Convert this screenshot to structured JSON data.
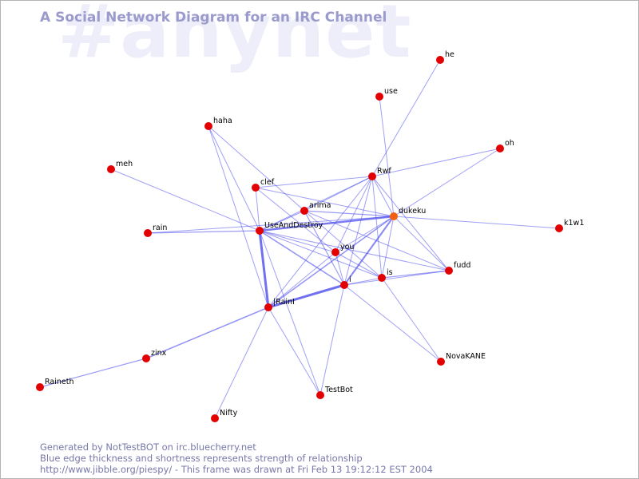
{
  "watermark": "#anynet",
  "title": "A Social Network Diagram for an IRC Channel",
  "footer": {
    "line1": "Generated by NotTestBOT on irc.bluecherry.net",
    "line2": "Blue edge thickness and shortness represents strength of relationship",
    "line3": "http://www.jibble.org/piespy/ - This frame was drawn at Fri Feb 13 19:12:12 EST 2004"
  },
  "colors": {
    "node": "#e30000",
    "node_active": "#f06010",
    "edge": "#5050ee",
    "title": "#9a9acd",
    "watermark": "#eeeefa",
    "footer": "#7777aa"
  },
  "nodes": [
    {
      "id": "he",
      "label": "he"
    },
    {
      "id": "use",
      "label": "use"
    },
    {
      "id": "haha",
      "label": "haha"
    },
    {
      "id": "oh",
      "label": "oh"
    },
    {
      "id": "meh",
      "label": "meh"
    },
    {
      "id": "Rwf",
      "label": "Rwf"
    },
    {
      "id": "clef",
      "label": "clef"
    },
    {
      "id": "arima",
      "label": "arima"
    },
    {
      "id": "dukeku",
      "label": "dukeku",
      "active": true
    },
    {
      "id": "UseAndDestroy",
      "label": "UseAndDestroy"
    },
    {
      "id": "rain",
      "label": "rain"
    },
    {
      "id": "k1w1",
      "label": "k1w1"
    },
    {
      "id": "you",
      "label": "you"
    },
    {
      "id": "fudd",
      "label": "fudd"
    },
    {
      "id": "is",
      "label": "is"
    },
    {
      "id": "i",
      "label": "i"
    },
    {
      "id": "IRainI",
      "label": "|RainI"
    },
    {
      "id": "zinx",
      "label": "zinx"
    },
    {
      "id": "NovaKANE",
      "label": "NovaKANE"
    },
    {
      "id": "Raineth",
      "label": "Raineth"
    },
    {
      "id": "TestBot",
      "label": "TestBot"
    },
    {
      "id": "Nifty",
      "label": "Nifty"
    }
  ],
  "edges": [
    {
      "from": "UseAndDestroy",
      "to": "IRainI",
      "weight": 3
    },
    {
      "from": "IRainI",
      "to": "i",
      "weight": 3
    },
    {
      "from": "UseAndDestroy",
      "to": "dukeku",
      "weight": 2.5
    },
    {
      "from": "i",
      "to": "dukeku",
      "weight": 2
    },
    {
      "from": "UseAndDestroy",
      "to": "i",
      "weight": 1.5
    },
    {
      "from": "IRainI",
      "to": "dukeku",
      "weight": 1.5
    },
    {
      "from": "zinx",
      "to": "IRainI",
      "weight": 1.5
    },
    {
      "from": "Raineth",
      "to": "zinx",
      "weight": 1.2
    },
    {
      "from": "is",
      "to": "fudd",
      "weight": 1.2
    },
    {
      "from": "UseAndDestroy",
      "to": "rain",
      "weight": 1.2
    },
    {
      "from": "UseAndDestroy",
      "to": "arima",
      "weight": 1.2
    },
    {
      "from": "arima",
      "to": "i",
      "weight": 1.2
    },
    {
      "from": "arima",
      "to": "dukeku",
      "weight": 1.2
    },
    {
      "from": "he",
      "to": "Rwf",
      "weight": 1
    },
    {
      "from": "use",
      "to": "dukeku",
      "weight": 1
    },
    {
      "from": "haha",
      "to": "UseAndDestroy",
      "weight": 1
    },
    {
      "from": "haha",
      "to": "IRainI",
      "weight": 1
    },
    {
      "from": "haha",
      "to": "arima",
      "weight": 1
    },
    {
      "from": "oh",
      "to": "Rwf",
      "weight": 1
    },
    {
      "from": "oh",
      "to": "dukeku",
      "weight": 1
    },
    {
      "from": "meh",
      "to": "UseAndDestroy",
      "weight": 1
    },
    {
      "from": "clef",
      "to": "Rwf",
      "weight": 1
    },
    {
      "from": "clef",
      "to": "dukeku",
      "weight": 1
    },
    {
      "from": "clef",
      "to": "you",
      "weight": 1
    },
    {
      "from": "clef",
      "to": "UseAndDestroy",
      "weight": 1
    },
    {
      "from": "Rwf",
      "to": "arima",
      "weight": 1
    },
    {
      "from": "Rwf",
      "to": "dukeku",
      "weight": 1
    },
    {
      "from": "Rwf",
      "to": "UseAndDestroy",
      "weight": 1
    },
    {
      "from": "Rwf",
      "to": "i",
      "weight": 1
    },
    {
      "from": "Rwf",
      "to": "is",
      "weight": 1
    },
    {
      "from": "Rwf",
      "to": "you",
      "weight": 1
    },
    {
      "from": "Rwf",
      "to": "fudd",
      "weight": 1
    },
    {
      "from": "Rwf",
      "to": "IRainI",
      "weight": 1
    },
    {
      "from": "rain",
      "to": "dukeku",
      "weight": 1
    },
    {
      "from": "k1w1",
      "to": "dukeku",
      "weight": 1
    },
    {
      "from": "dukeku",
      "to": "fudd",
      "weight": 1
    },
    {
      "from": "dukeku",
      "to": "is",
      "weight": 1
    },
    {
      "from": "dukeku",
      "to": "you",
      "weight": 1
    },
    {
      "from": "arima",
      "to": "is",
      "weight": 1
    },
    {
      "from": "arima",
      "to": "fudd",
      "weight": 1
    },
    {
      "from": "UseAndDestroy",
      "to": "you",
      "weight": 1
    },
    {
      "from": "UseAndDestroy",
      "to": "is",
      "weight": 1
    },
    {
      "from": "UseAndDestroy",
      "to": "fudd",
      "weight": 1
    },
    {
      "from": "you",
      "to": "i",
      "weight": 1
    },
    {
      "from": "you",
      "to": "is",
      "weight": 1
    },
    {
      "from": "i",
      "to": "is",
      "weight": 1
    },
    {
      "from": "i",
      "to": "fudd",
      "weight": 1
    },
    {
      "from": "i",
      "to": "NovaKANE",
      "weight": 1
    },
    {
      "from": "i",
      "to": "TestBot",
      "weight": 1
    },
    {
      "from": "is",
      "to": "NovaKANE",
      "weight": 1
    },
    {
      "from": "IRainI",
      "to": "TestBot",
      "weight": 1
    },
    {
      "from": "IRainI",
      "to": "Nifty",
      "weight": 1
    },
    {
      "from": "IRainI",
      "to": "you",
      "weight": 1
    },
    {
      "from": "UseAndDestroy",
      "to": "TestBot",
      "weight": 1
    }
  ]
}
